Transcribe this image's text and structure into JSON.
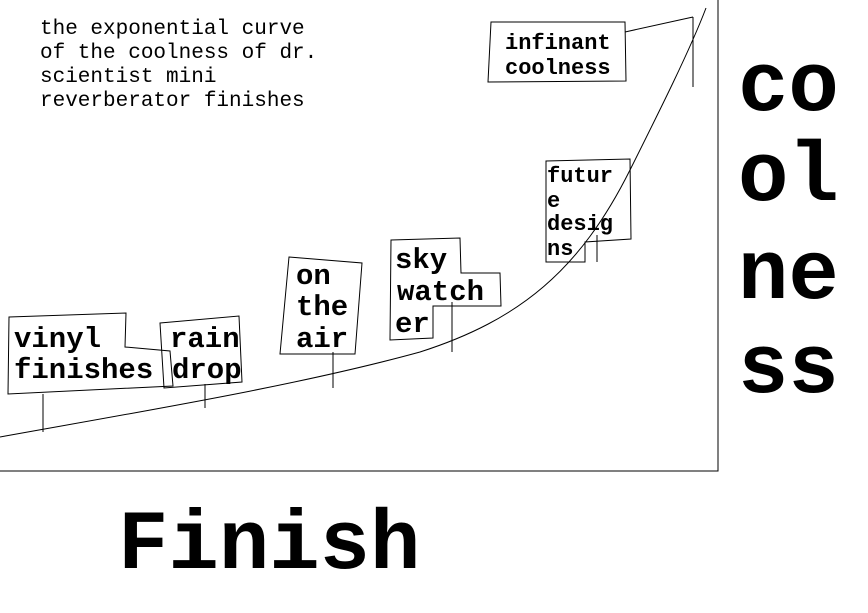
{
  "chart_data": {
    "type": "line",
    "title_lines": [
      "the exponential curve",
      "of the coolness of dr.",
      "scientist mini",
      "reverberator finishes"
    ],
    "xlabel": "Finish",
    "ylabel_lines": [
      "co",
      "ol",
      "ne",
      "ss"
    ],
    "grid": false,
    "legend": "none",
    "annotations": [
      {
        "name": "vinyl-finishes",
        "lines": [
          "vinyl",
          "finishes"
        ]
      },
      {
        "name": "rain-drop",
        "lines": [
          "rain",
          "drop"
        ]
      },
      {
        "name": "on-the-air",
        "lines": [
          "on",
          "the",
          "air"
        ]
      },
      {
        "name": "sky-watcher",
        "lines": [
          "sky",
          "watch",
          "er"
        ]
      },
      {
        "name": "future-designs",
        "lines": [
          "futur",
          "e",
          "desig",
          "ns"
        ]
      },
      {
        "name": "infinant-coolness",
        "lines": [
          "infinant",
          "coolness"
        ]
      }
    ],
    "series": [
      {
        "name": "coolness",
        "x": [
          1,
          2,
          3,
          4,
          5,
          6
        ],
        "values": [
          1,
          2,
          3.5,
          6,
          12,
          30
        ]
      }
    ]
  }
}
